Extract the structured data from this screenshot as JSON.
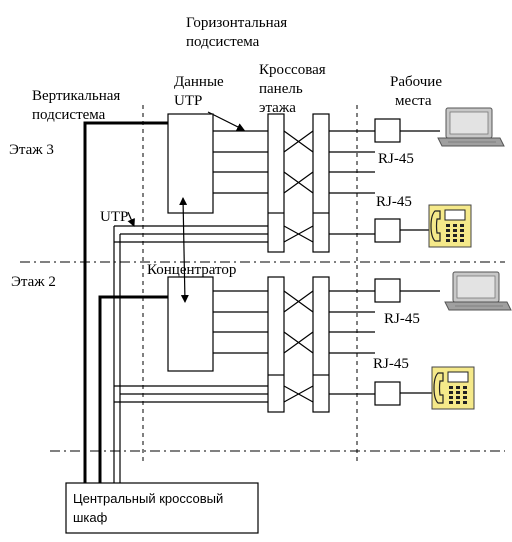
{
  "labels": {
    "horizontal_subsystem": [
      "Горизонтальная",
      "подсистема"
    ],
    "vertical_subsystem": [
      "Вертикальная",
      "подсистема"
    ],
    "data_utp": [
      "Данные",
      "UTP"
    ],
    "cross_panel": [
      "Кроссовая",
      "панель",
      "этажа"
    ],
    "workplaces": [
      "Рабочие",
      "места"
    ],
    "floor3": "Этаж 3",
    "floor2": "Этаж 2",
    "utp": "UTP",
    "hub": "Концентратор",
    "rj45": "RJ-45",
    "central_cabinet": [
      "Центральный кроссовый",
      "шкаф"
    ]
  },
  "colors": {
    "line": "#000000",
    "phone_fill": "#f5e98a",
    "laptop_screen": "#d6d6d6",
    "laptop_body": "#a0a0a0"
  },
  "icons": {
    "laptop": "laptop-icon",
    "phone": "desk-phone-icon"
  }
}
